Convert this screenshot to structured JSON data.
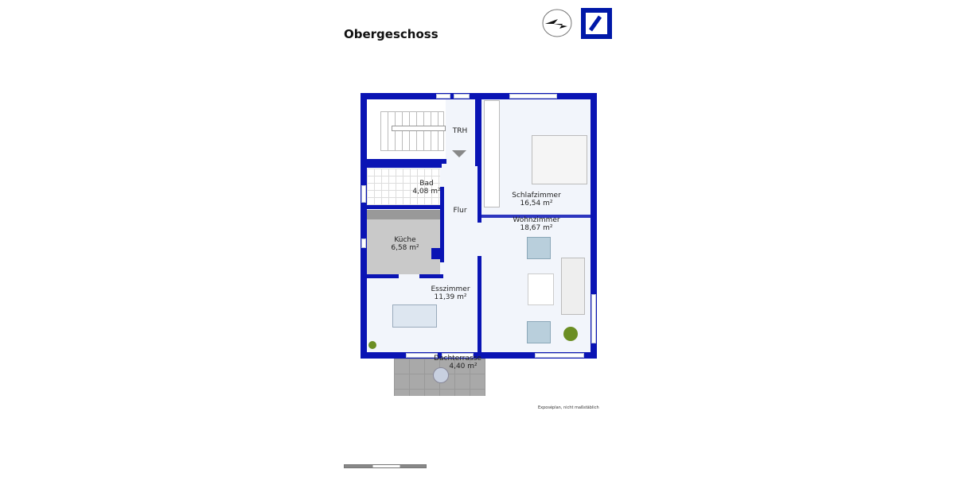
{
  "header": {
    "title": "Obergeschoss"
  },
  "logos": {
    "compass": "north-arrow-compass",
    "bank": "Deutsche Bank logo"
  },
  "colors": {
    "wall": "#0a14b4",
    "floor": "#f2f5fb",
    "tile": "#c9c9c9"
  },
  "rooms": [
    {
      "name": "TRH",
      "area": ""
    },
    {
      "name": "Bad",
      "area": "4,08 m²"
    },
    {
      "name": "Flur",
      "area": ""
    },
    {
      "name": "Schlafzimmer",
      "area": "16,54 m²"
    },
    {
      "name": "Wohnzimmer",
      "area": "18,67 m²"
    },
    {
      "name": "Küche",
      "area": "6,58 m²"
    },
    {
      "name": "Esszimmer",
      "area": "11,39 m²"
    },
    {
      "name": "Dachterrasse",
      "area": "4,40 m²"
    }
  ],
  "footer": {
    "note": "Exposéplan, nicht maßstäblich"
  }
}
